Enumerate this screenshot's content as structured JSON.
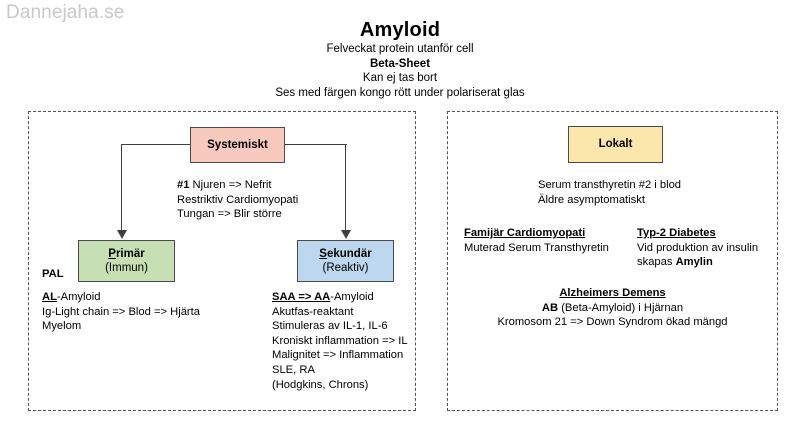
{
  "watermark": "Dannejaha.se",
  "header": {
    "title": "Amyloid",
    "sub1": "Felveckat protein utanför cell",
    "sub2": "Beta-Sheet",
    "sub3": "Kan ej tas bort",
    "sub4": "Ses med färgen kongo rött under polariserat glas"
  },
  "colors": {
    "systemiskt": "#f8c9bd",
    "primar": "#c6e0b3",
    "sekundar": "#bdd7ee",
    "lokalt": "#fbe7ab",
    "border": "#4a4a4a",
    "panel_border": "#555555",
    "watermark": "#c9c9c9"
  },
  "systemic_panel": {
    "node": {
      "line1": "Systemiskt",
      "line2": ""
    },
    "notes": [
      {
        "bold": "#1",
        "rest": " Njuren => Nefrit"
      },
      {
        "bold": "",
        "rest": "Restriktiv Cardiomyopati"
      },
      {
        "bold": "",
        "rest": "Tungan => Blir större"
      }
    ],
    "primar": {
      "node_initial": "P",
      "node_rest": "rimär",
      "node_sub": "(Immun)",
      "side_label": "PAL",
      "notes": [
        {
          "head": "AL",
          "rest": "-Amyloid"
        },
        {
          "head": "",
          "rest": "Ig-Light chain => Blod => Hjärta"
        },
        {
          "head": "",
          "rest": "Myelom"
        }
      ]
    },
    "sekundar": {
      "node_initial": "S",
      "node_rest": "ekundär",
      "node_sub": "(Reaktiv)",
      "notes": [
        {
          "head": "SAA => AA",
          "rest": "-Amyloid"
        },
        {
          "head": "",
          "rest": "Akutfas-reaktant"
        },
        {
          "head": "",
          "rest": "Stimuleras av IL-1, IL-6"
        },
        {
          "head": "",
          "rest": "Kroniskt inflammation => IL"
        },
        {
          "head": "",
          "rest": "Malignitet => Inflammation"
        },
        {
          "head": "",
          "rest": "SLE, RA"
        },
        {
          "head": "",
          "rest": "(Hodgkins, Chrons)"
        }
      ]
    }
  },
  "local_panel": {
    "node": {
      "line1": "Lokalt"
    },
    "notes": [
      "Serum transthyretin #2 i blod",
      "Äldre asymptomatiskt"
    ],
    "familjar": {
      "title": "Famijär Cardiomyopati",
      "line1": "Muterad Serum Transthyretin"
    },
    "typ2": {
      "title": "Typ-2 Diabetes",
      "line1": "Vid produktion av insulin",
      "line2_pre": "skapas ",
      "line2_bold": "Amylin"
    },
    "alzheimer": {
      "title": "Alzheimers Demens",
      "line1_bold": "AB",
      "line1_rest": " (Beta-Amyloid) i Hjärnan",
      "line2": "Kromosom 21 => Down Syndrom ökad mängd"
    }
  }
}
